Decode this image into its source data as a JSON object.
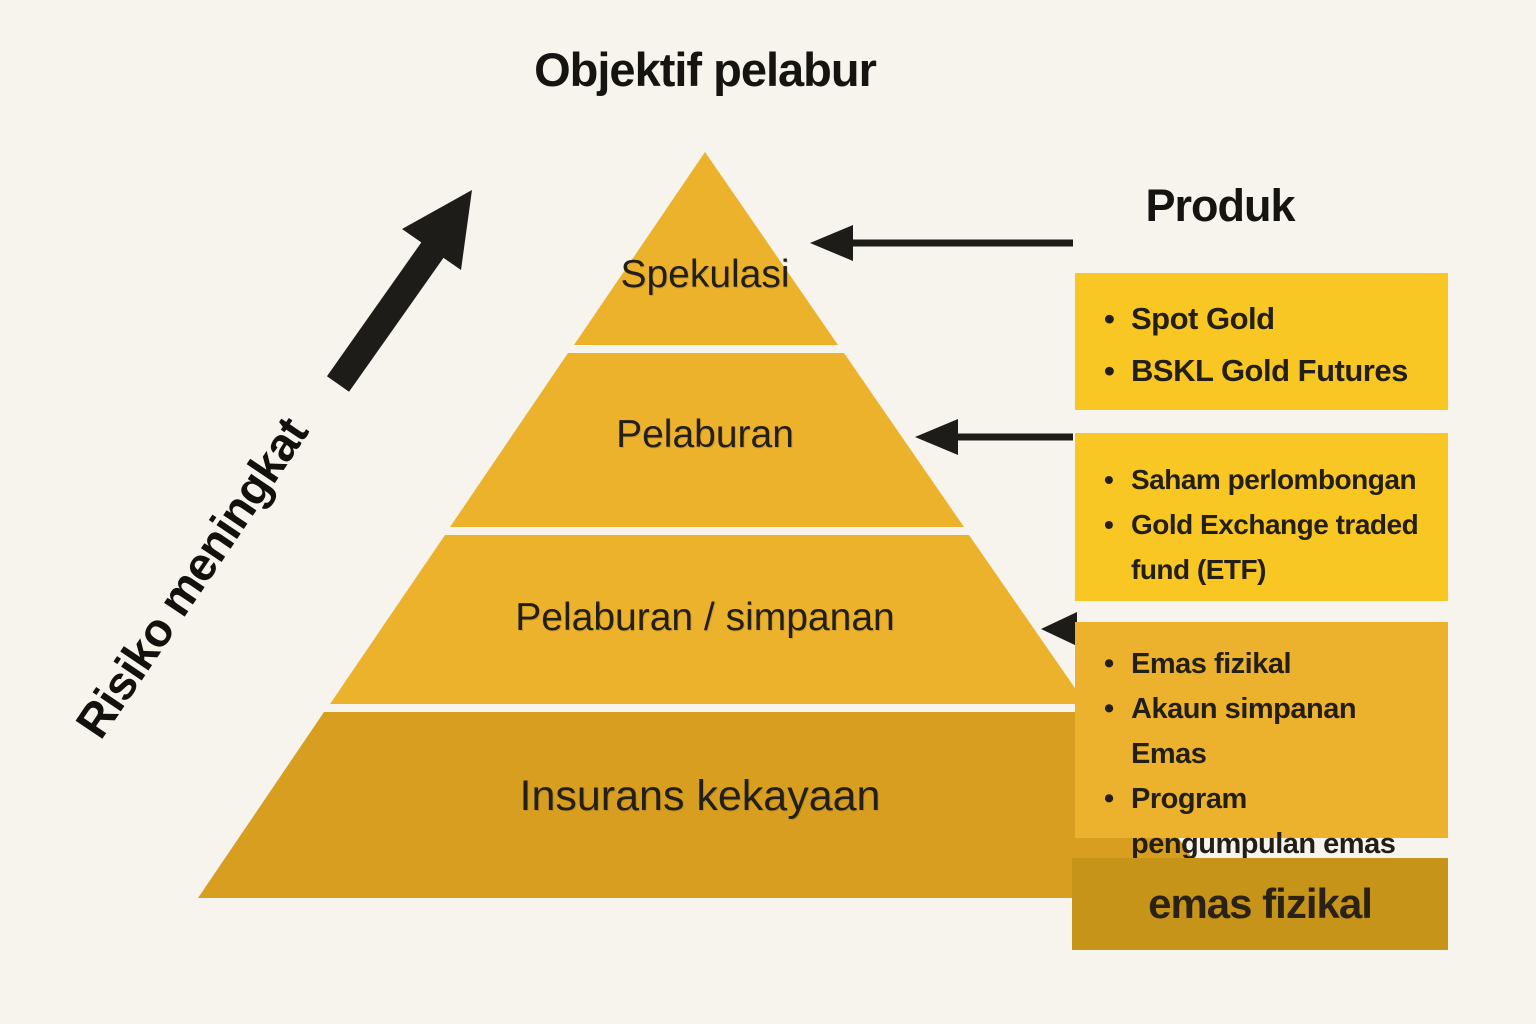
{
  "title": "Objektif pelabur",
  "produk_heading": "Produk",
  "risk_label": "Risiko meningkat",
  "pyramid": {
    "tiers": [
      {
        "label": "Spekulasi"
      },
      {
        "label": "Pelaburan"
      },
      {
        "label": "Pelaburan / simpanan"
      },
      {
        "label": "Insurans kekayaan"
      }
    ]
  },
  "product_boxes": [
    {
      "items": [
        "Spot Gold",
        "BSKL Gold Futures"
      ]
    },
    {
      "items": [
        "Saham perlombongan",
        "Gold Exchange traded fund (ETF)"
      ]
    },
    {
      "items": [
        "Emas fizikal",
        "Akaun simpanan Emas",
        "Program pengumpulan emas"
      ]
    }
  ],
  "bottom_box_label": "emas fizikal",
  "colors": {
    "background": "#F7F4EE",
    "tier_upper": "#EDB22C",
    "tier_bottom": "#D89E20",
    "box_bright": "#F9C724",
    "box_mid": "#ECB22E",
    "box_dark": "#C7941A",
    "arrow": "#1E1C18",
    "text": "#1E1C18"
  }
}
